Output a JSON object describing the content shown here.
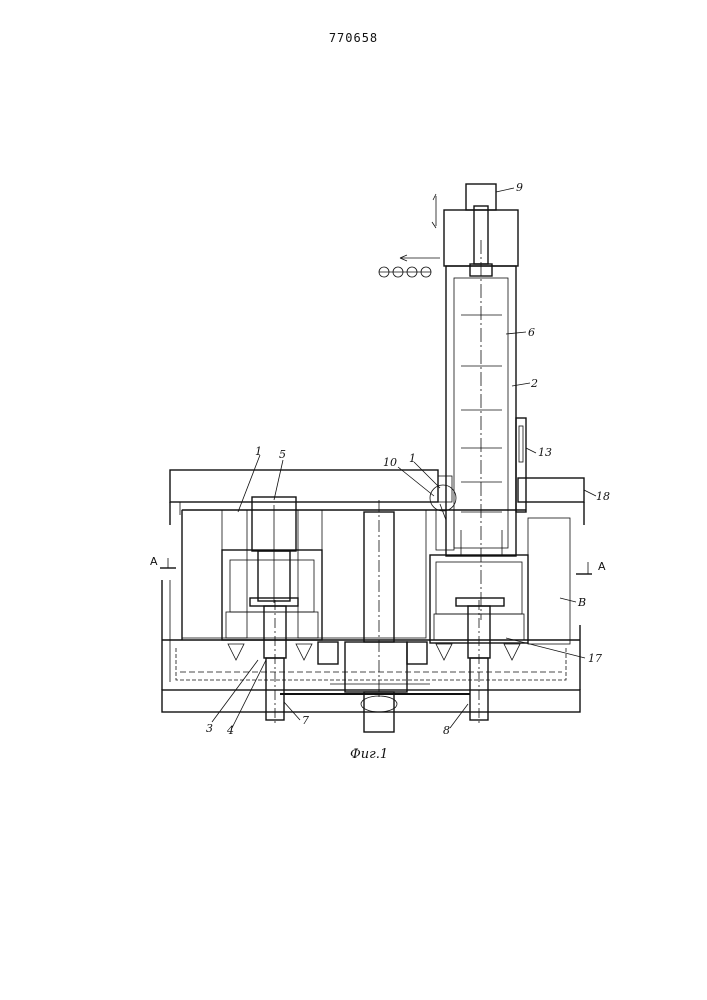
{
  "header": {
    "patent_number": "770658"
  },
  "figure": {
    "caption": "Фиг.1",
    "section_mark": "A",
    "labels": {
      "l1": "1",
      "l5": "5",
      "l10": "10",
      "l1b": "1",
      "l9": "9",
      "l6": "6",
      "l2": "2",
      "l13": "13",
      "l18": "18",
      "lB": "B",
      "l17": "17",
      "l3": "3",
      "l4": "4",
      "l7": "7",
      "l8": "8"
    }
  },
  "colors": {
    "ink": "#111111",
    "paper": "#ffffff"
  }
}
